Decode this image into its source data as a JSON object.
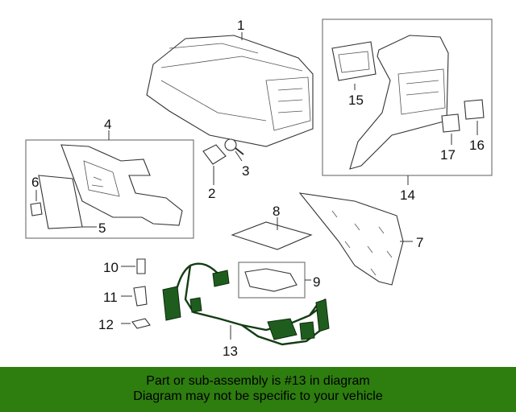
{
  "diagram": {
    "callouts": {
      "c1": "1",
      "c2": "2",
      "c3": "3",
      "c4": "4",
      "c5": "5",
      "c6": "6",
      "c7": "7",
      "c8": "8",
      "c9": "9",
      "c10": "10",
      "c11": "11",
      "c12": "12",
      "c13": "13",
      "c14": "14",
      "c15": "15",
      "c16": "16",
      "c17": "17"
    },
    "highlighted_part": "13",
    "highlight_color": "#2e7d0f"
  },
  "banner": {
    "line1": "Part or sub-assembly is #13 in diagram",
    "line2": "Diagram may not be specific to your vehicle",
    "background": "#2e7d0f"
  }
}
